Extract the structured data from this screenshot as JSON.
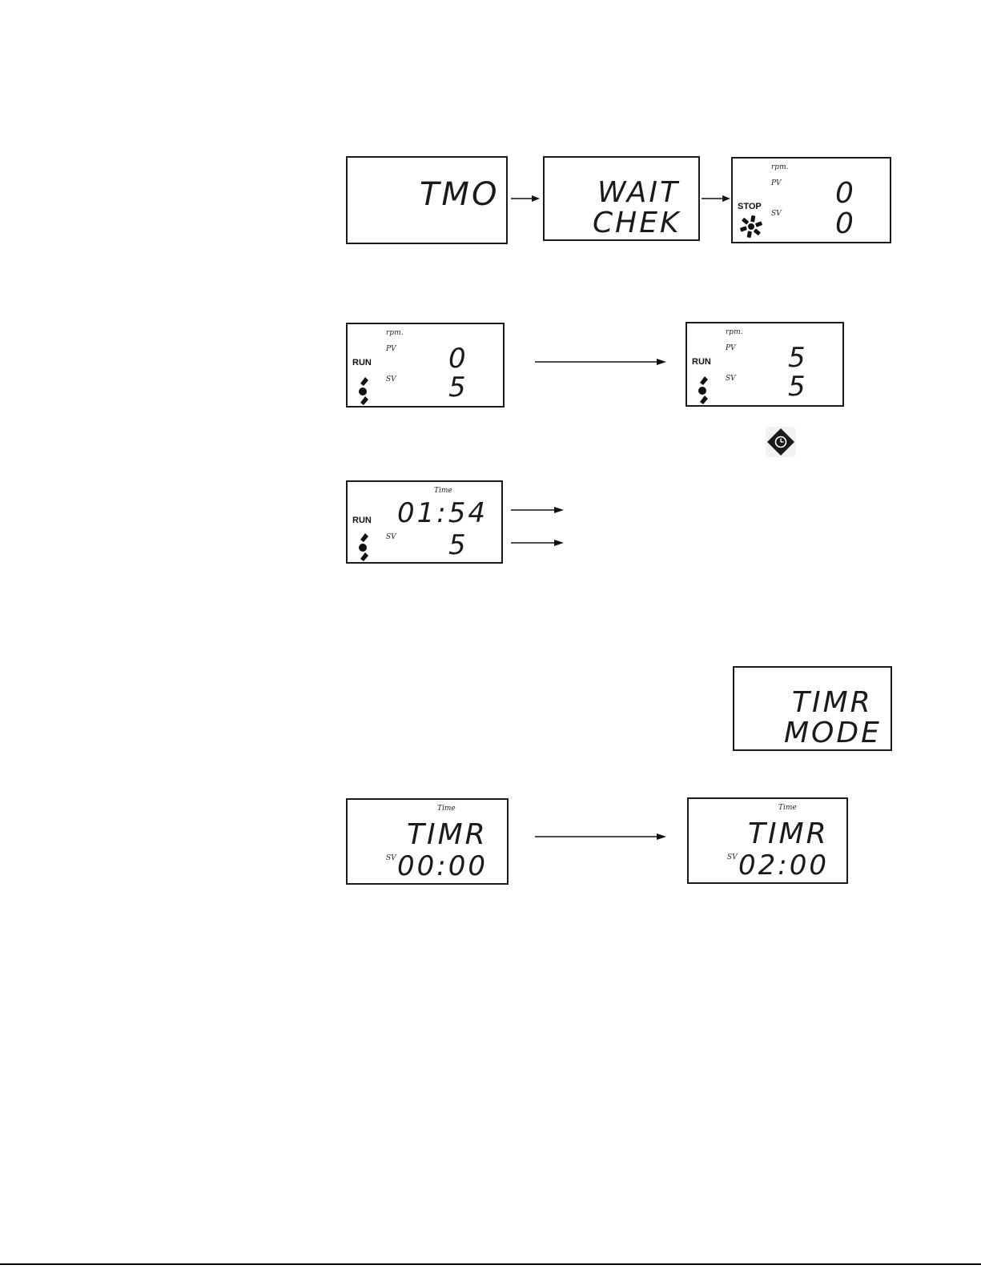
{
  "row1": {
    "box1": {
      "line1": "TMO"
    },
    "box2": {
      "line1": "WAIT",
      "line2": "CHEK"
    },
    "box3": {
      "unit": "rpm.",
      "pv_label": "PV",
      "sv_label": "SV",
      "status": "STOP",
      "pv_value": "0",
      "sv_value": "0",
      "icon": "rotor-icon"
    }
  },
  "row2": {
    "box_left": {
      "unit": "rpm.",
      "pv_label": "PV",
      "sv_label": "SV",
      "status": "RUN",
      "pv_value": "0",
      "sv_value": "5",
      "icon": "rotor-spinning-icon"
    },
    "box_right": {
      "unit": "rpm.",
      "pv_label": "PV",
      "sv_label": "SV",
      "status": "RUN",
      "pv_value": "5",
      "sv_value": "5",
      "icon": "rotor-spinning-icon"
    },
    "timer_button_icon": "timer-button-icon"
  },
  "row3": {
    "box": {
      "time_label": "Time",
      "time_value": "01:54",
      "sv_label": "SV",
      "sv_value": "5",
      "status": "RUN",
      "icon": "rotor-spinning-icon"
    }
  },
  "row4": {
    "box": {
      "line1": "TIMR",
      "line2": "MODE"
    }
  },
  "row5": {
    "box_left": {
      "time_label": "Time",
      "line1": "TIMR",
      "sv_label": "SV",
      "value": "00:00"
    },
    "box_right": {
      "time_label": "Time",
      "line1": "TIMR",
      "sv_label": "SV",
      "value": "02:00"
    }
  },
  "colors": {
    "ink": "#1a1a1a",
    "background": "#ffffff"
  }
}
